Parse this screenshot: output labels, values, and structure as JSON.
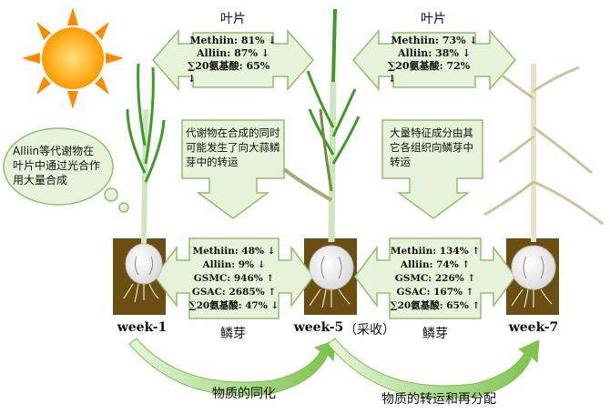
{
  "top_left": {
    "label": "叶片",
    "lines": [
      "Methiin: 81% ↓",
      "Alliin: 87% ↓",
      "∑20氨基酸: 65% ↓"
    ]
  },
  "top_right": {
    "label": "叶片",
    "lines": [
      "Methiin: 73% ↓",
      "Alliin: 38% ↓",
      "∑20氨基酸: 72% ↓"
    ]
  },
  "mid_left_note": "代谢物在合成的同时可能发生了向大蒜鳞芽中的转运",
  "mid_right_note": "大量特征成分由其它各组织向鳞芽中转运",
  "cloud_note": "Alliin等代谢物在叶片中通过光合作用大量合成",
  "bottom_left": {
    "label": "鳞芽",
    "lines": [
      "Methiin: 48% ↓",
      "Alliin: 9% ↓",
      "GSMC: 946% ↑",
      "GSAC: 2685% ↑",
      "∑20氨基酸: 47% ↓"
    ]
  },
  "bottom_right": {
    "label": "鳞芽",
    "lines": [
      "Methiin: 134% ↑",
      "Alliin: 74% ↑",
      "GSMC: 226% ↑",
      "GSAC: 167% ↑",
      "∑20氨基酸: 65% ↑"
    ]
  },
  "weeks": [
    "week-1",
    "week-5",
    "week-7"
  ],
  "harvest_note": "（采收）",
  "process_left": "物质的同化",
  "process_right": "物质的转运和再分配",
  "colors": {
    "box_fill": "#e6f2da",
    "box_stroke": "#8fbf6a",
    "soil": "#6b4f12",
    "leaf": "#3f9a2a",
    "sun": "#ff8a00"
  }
}
